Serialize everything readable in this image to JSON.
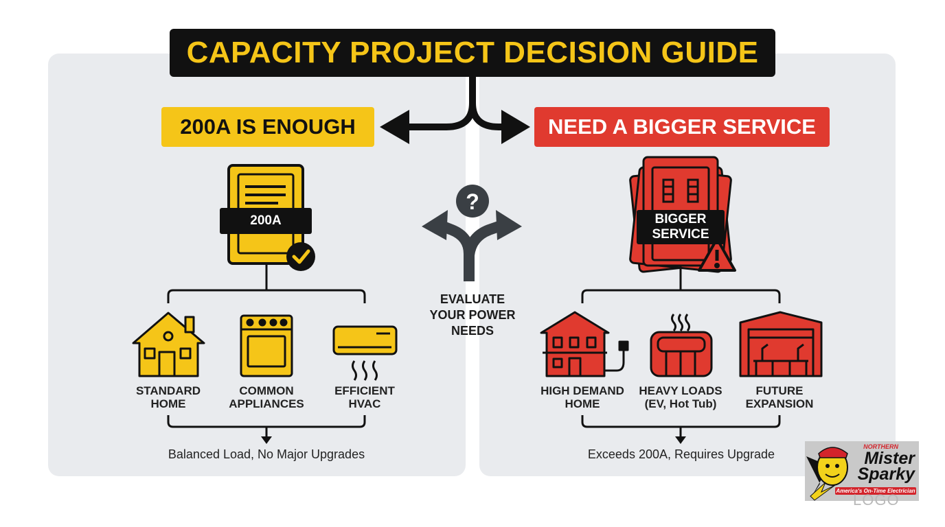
{
  "title": "CAPACITY PROJECT DECISION GUIDE",
  "colors": {
    "yellow": "#f5c518",
    "red": "#e03a2f",
    "dark": "#111111",
    "panel": "#e9ebee"
  },
  "center": {
    "label": "EVALUATE\nYOUR POWER\nNEEDS",
    "icon": "question-mark-icon"
  },
  "left": {
    "header": "200A IS ENOUGH",
    "panel_tag": "200A",
    "panel_icon": "electrical-panel-check-icon",
    "items": [
      {
        "label": "STANDARD\nHOME",
        "icon": "house-icon"
      },
      {
        "label": "COMMON\nAPPLIANCES",
        "icon": "stove-icon"
      },
      {
        "label": "EFFICIENT\nHVAC",
        "icon": "air-conditioner-icon"
      }
    ],
    "summary": "Balanced Load, No Major Upgrades"
  },
  "right": {
    "header": "NEED A BIGGER SERVICE",
    "panel_tag": "BIGGER\nSERVICE",
    "panel_icon": "electrical-panel-warning-icon",
    "items": [
      {
        "label": "HIGH DEMAND\nHOME",
        "icon": "large-house-plug-icon"
      },
      {
        "label": "HEAVY LOADS\n(EV, Hot Tub)",
        "icon": "hot-tub-icon"
      },
      {
        "label": "FUTURE\nEXPANSION",
        "icon": "garage-workshop-icon"
      }
    ],
    "summary": "Exceeds 200A, Requires Upgrade"
  },
  "logo": {
    "northern": "NORTHERN",
    "name_line1": "Mister",
    "name_line2": "Sparky",
    "tagline": "America's On-Time Electrician",
    "caption": "LOGO"
  }
}
